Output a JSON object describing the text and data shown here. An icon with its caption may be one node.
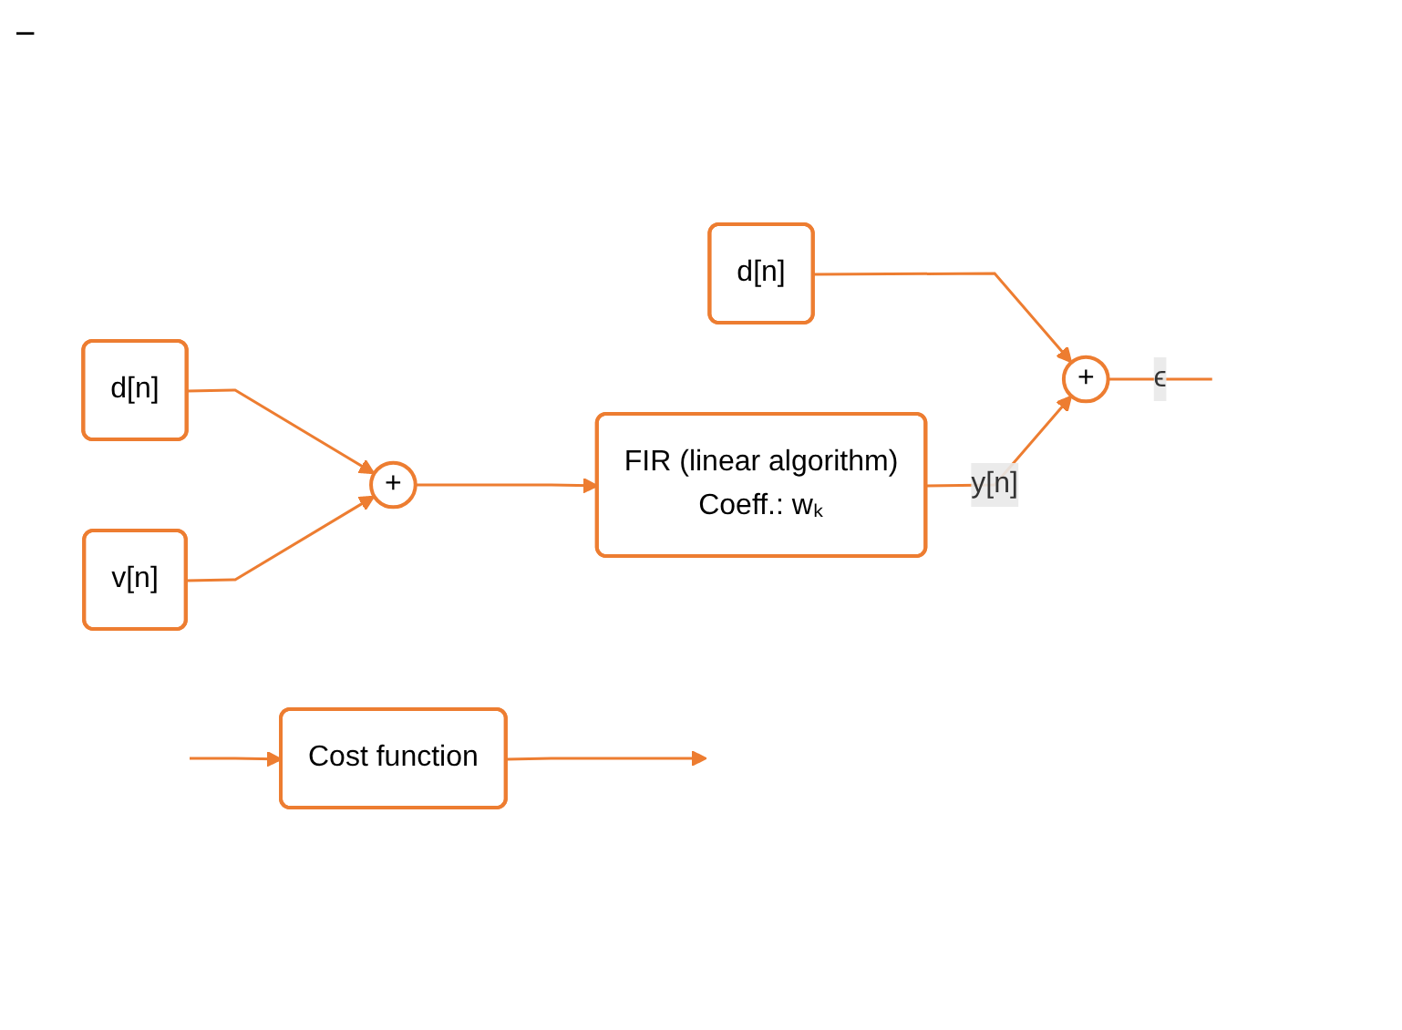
{
  "diagram": {
    "nodes": [
      {
        "text": [
          "d[n]"
        ]
      },
      {
        "text": [
          "+"
        ]
      },
      {
        "text": [
          "d[n]"
        ]
      },
      {
        "text": [
          "+"
        ]
      },
      {
        "text": [
          "v[n]"
        ]
      },
      {
        "text": [
          "FIR (linear algorithm)",
          "Coeff.: wₖ"
        ]
      },
      {
        "text": [
          "Cost function"
        ]
      }
    ],
    "edges": [
      {
        "from": 0,
        "to": 1,
        "arrow": "to"
      },
      {
        "from": 1,
        "to": null,
        "arrow": "none",
        "label": "ϵ"
      },
      {
        "from": 2,
        "to": 3,
        "arrow": "to"
      },
      {
        "from": 4,
        "to": 3,
        "arrow": "to"
      },
      {
        "from": 3,
        "to": 5,
        "arrow": "to"
      },
      {
        "from": 5,
        "to": 1,
        "arrow": "to",
        "label": "y[n]"
      },
      {
        "from": null,
        "to": 6,
        "arrow": "to"
      },
      {
        "from": 6,
        "to": null,
        "arrow": "to"
      }
    ],
    "labels": [
      "−"
    ]
  }
}
